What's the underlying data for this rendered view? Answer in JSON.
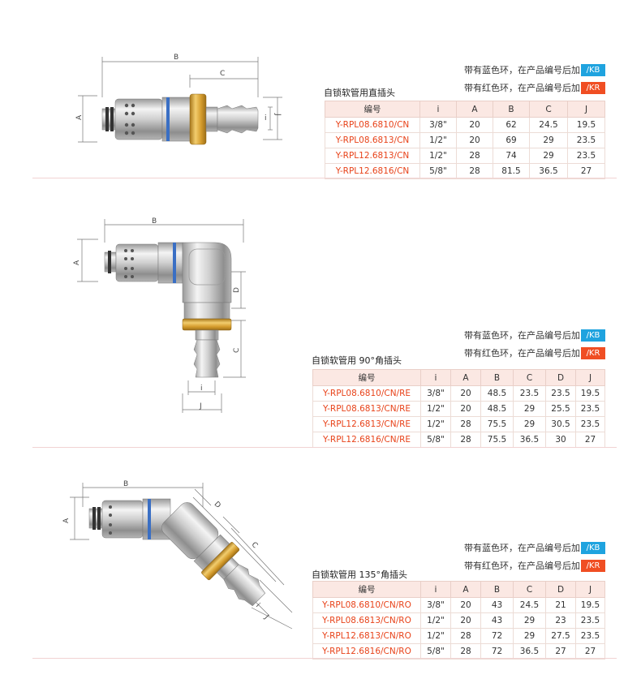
{
  "colors": {
    "blue_badge": "#1fa3df",
    "red_badge": "#f04e23",
    "code_text": "#e8431a",
    "header_bg": "#fbe8e3",
    "brass": "#d8a43a",
    "blue_ring": "#3a6fc4"
  },
  "sections": [
    {
      "title": "自锁软管用直插头",
      "note_blue": "带有蓝色环，在产品编号后加",
      "badge_blue": "/KB",
      "note_red": "带有红色环，在产品编号后加",
      "badge_red": "/KR",
      "dims": {
        "b": "B",
        "c": "C",
        "a": "A",
        "i": "i",
        "j": "J"
      },
      "headers": [
        "编号",
        "i",
        "A",
        "B",
        "C",
        "J"
      ],
      "rows": [
        [
          "Y-RPL08.6810/CN",
          "3/8\"",
          "20",
          "62",
          "24.5",
          "19.5"
        ],
        [
          "Y-RPL08.6813/CN",
          "1/2\"",
          "20",
          "69",
          "29",
          "23.5"
        ],
        [
          "Y-RPL12.6813/CN",
          "1/2\"",
          "28",
          "74",
          "29",
          "23.5"
        ],
        [
          "Y-RPL12.6816/CN",
          "5/8\"",
          "28",
          "81.5",
          "36.5",
          "27"
        ]
      ]
    },
    {
      "title": "自锁软管用 90°角插头",
      "note_blue": "带有蓝色环，在产品编号后加",
      "badge_blue": "/KB",
      "note_red": "带有红色环，在产品编号后加",
      "badge_red": "/KR",
      "dims": {
        "b": "B",
        "a": "A",
        "d": "D",
        "c": "C",
        "i": "i",
        "j": "J"
      },
      "headers": [
        "编号",
        "i",
        "A",
        "B",
        "C",
        "D",
        "J"
      ],
      "rows": [
        [
          "Y-RPL08.6810/CN/RE",
          "3/8\"",
          "20",
          "48.5",
          "23.5",
          "23.5",
          "19.5"
        ],
        [
          "Y-RPL08.6813/CN/RE",
          "1/2\"",
          "20",
          "48.5",
          "29",
          "25.5",
          "23.5"
        ],
        [
          "Y-RPL12.6813/CN/RE",
          "1/2\"",
          "28",
          "75.5",
          "29",
          "30.5",
          "23.5"
        ],
        [
          "Y-RPL12.6816/CN/RE",
          "5/8\"",
          "28",
          "75.5",
          "36.5",
          "30",
          "27"
        ]
      ]
    },
    {
      "title": "自锁软管用 135°角插头",
      "note_blue": "带有蓝色环，在产品编号后加",
      "badge_blue": "/KB",
      "note_red": "带有红色环，在产品编号后加",
      "badge_red": "/KR",
      "dims": {
        "b": "B",
        "a": "A",
        "d": "D",
        "c": "C",
        "i": "i",
        "j": "J"
      },
      "headers": [
        "编号",
        "i",
        "A",
        "B",
        "C",
        "D",
        "J"
      ],
      "rows": [
        [
          "Y-RPL08.6810/CN/RO",
          "3/8\"",
          "20",
          "43",
          "24.5",
          "21",
          "19.5"
        ],
        [
          "Y-RPL08.6813/CN/RO",
          "1/2\"",
          "20",
          "43",
          "29",
          "23",
          "23.5"
        ],
        [
          "Y-RPL12.6813/CN/RO",
          "1/2\"",
          "28",
          "72",
          "29",
          "27.5",
          "23.5"
        ],
        [
          "Y-RPL12.6816/CN/RO",
          "5/8\"",
          "28",
          "72",
          "36.5",
          "27",
          "27"
        ]
      ]
    }
  ]
}
